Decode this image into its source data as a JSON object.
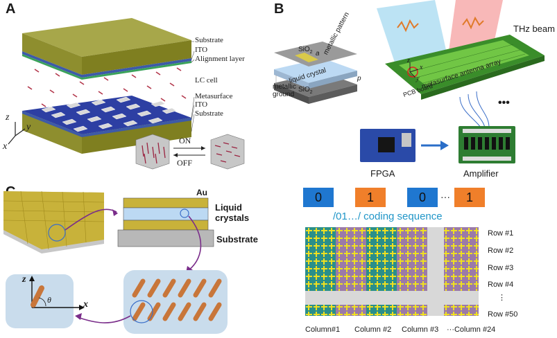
{
  "panels": {
    "a": "A",
    "b": "B",
    "c": "C"
  },
  "panel_a": {
    "layers": [
      "Substrate",
      "ITO",
      "Alignment layer",
      "LC cell",
      "Metasurface",
      "ITO",
      "Substrate"
    ],
    "axes": {
      "z": "z",
      "y": "y",
      "x": "x"
    },
    "switch_on": "ON",
    "switch_off": "OFF"
  },
  "panel_b": {
    "sio2_top": "SiO",
    "sio2_top_sub": "2",
    "a_label": "a",
    "metallic_pattern": "metallic pattern",
    "liquid_crystal": "liquid crystal",
    "sio2_bottom": "SiO",
    "sio2_bottom_sub": "2",
    "metallic_ground": "metallic\nground",
    "metallic_ground_l1": "metallic",
    "metallic_ground_l2": "ground",
    "p_label": "p",
    "thz_beam": "THz beam",
    "antenna_array": "metasurface antenna array",
    "pcb_board": "PCB board",
    "dots": "•••",
    "fpga": "FPGA",
    "amplifier": "Amplifier",
    "axes": {
      "z": "z",
      "x": "x",
      "y": "y"
    },
    "codes": [
      "0",
      "1",
      "0",
      "···",
      "1"
    ],
    "code_colors": {
      "zero": "#1f77d0",
      "one": "#f07f2a"
    },
    "coding_sequence": "/01…/ coding sequence",
    "rows": [
      "Row #1",
      "Row #2",
      "Row #3",
      "Row #4",
      "⋮",
      "Row #50"
    ],
    "columns": [
      "Column#1",
      "Column #2",
      "Column #3",
      "···Column #24"
    ]
  },
  "panel_c": {
    "au": "Au",
    "liquid_crystals_l1": "Liquid",
    "liquid_crystals_l2": "crystals",
    "substrate": "Substrate",
    "axes": {
      "z": "z",
      "x": "x"
    },
    "theta": "θ"
  }
}
